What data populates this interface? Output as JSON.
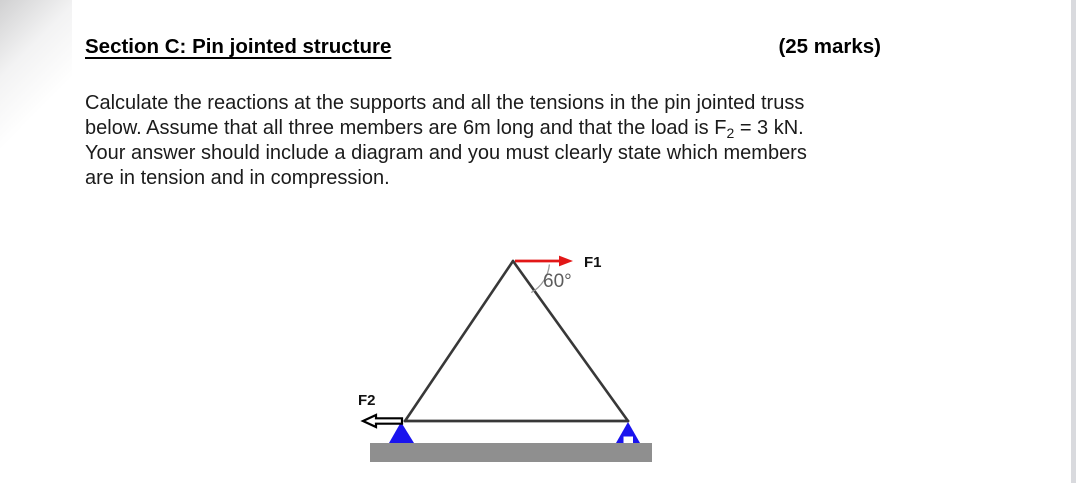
{
  "header": {
    "title": "Section C: Pin jointed structure",
    "marks": "(25 marks)"
  },
  "problem": {
    "line1": "Calculate the reactions at the supports and all the tensions in the pin jointed truss",
    "line2_pre": "below. Assume that all three members are 6m long and that the load is F",
    "line2_sub": "2",
    "line2_post": " = 3 kN.",
    "line3": "Your answer should include a diagram and you must clearly state which members",
    "line4": "are in tension and in compression."
  },
  "diagram": {
    "labels": {
      "f1": "F1",
      "f2": "F2",
      "angle": "60°"
    },
    "colors": {
      "member": "#383838",
      "load_arrow_red": "#e21717",
      "support_blue": "#1a14ee",
      "ground_gray": "#8f8f8f",
      "angle_text": "#5c5c5c",
      "angle_arc": "#9a9a9a",
      "f2_arrow_outline": "#000000",
      "f2_arrow_fill": "#ffffff"
    }
  }
}
